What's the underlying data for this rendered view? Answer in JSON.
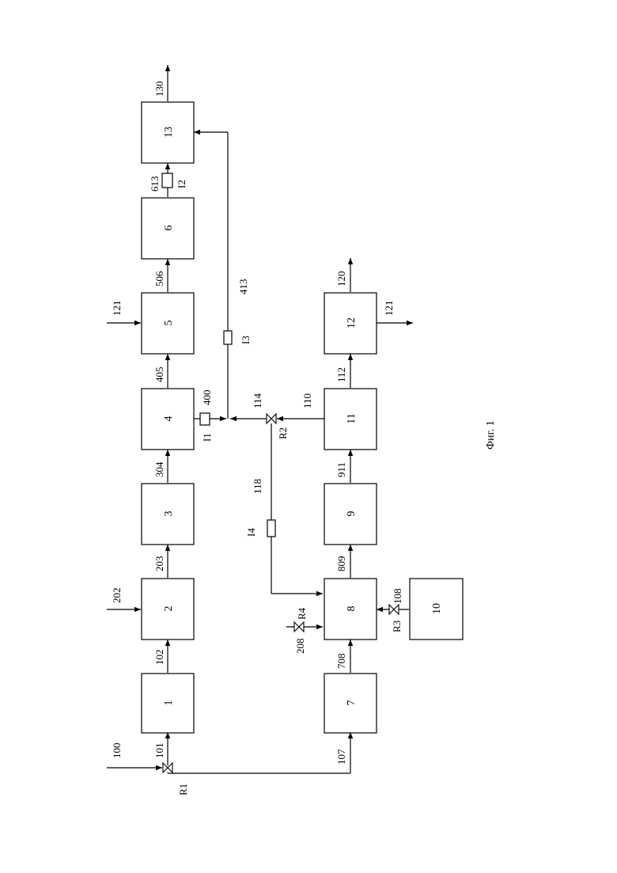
{
  "figure_caption": "Фиг. 1",
  "blocks": {
    "b1": "1",
    "b2": "2",
    "b3": "3",
    "b4": "4",
    "b5": "5",
    "b6": "6",
    "b7": "7",
    "b8": "8",
    "b9": "9",
    "b10": "10",
    "b11": "11",
    "b12": "12",
    "b13": "13"
  },
  "streams": {
    "s100": "100",
    "s101": "101",
    "s102": "102",
    "s107": "107",
    "s108": "108",
    "s110": "110",
    "s112": "112",
    "s114": "114",
    "s118": "118",
    "s120": "120",
    "s121_top": "121",
    "s121_right": "121",
    "s130": "130",
    "s202": "202",
    "s203": "203",
    "s208": "208",
    "s304": "304",
    "s400": "400",
    "s405": "405",
    "s413": "413",
    "s506": "506",
    "s613": "613",
    "s708": "708",
    "s809": "809",
    "s911": "911"
  },
  "valves": {
    "r1": "R1",
    "r2": "R2",
    "r3": "R3",
    "r4": "R4"
  },
  "instruments": {
    "i1": "I1",
    "i2": "I2",
    "i3": "I3",
    "i4": "I4"
  }
}
